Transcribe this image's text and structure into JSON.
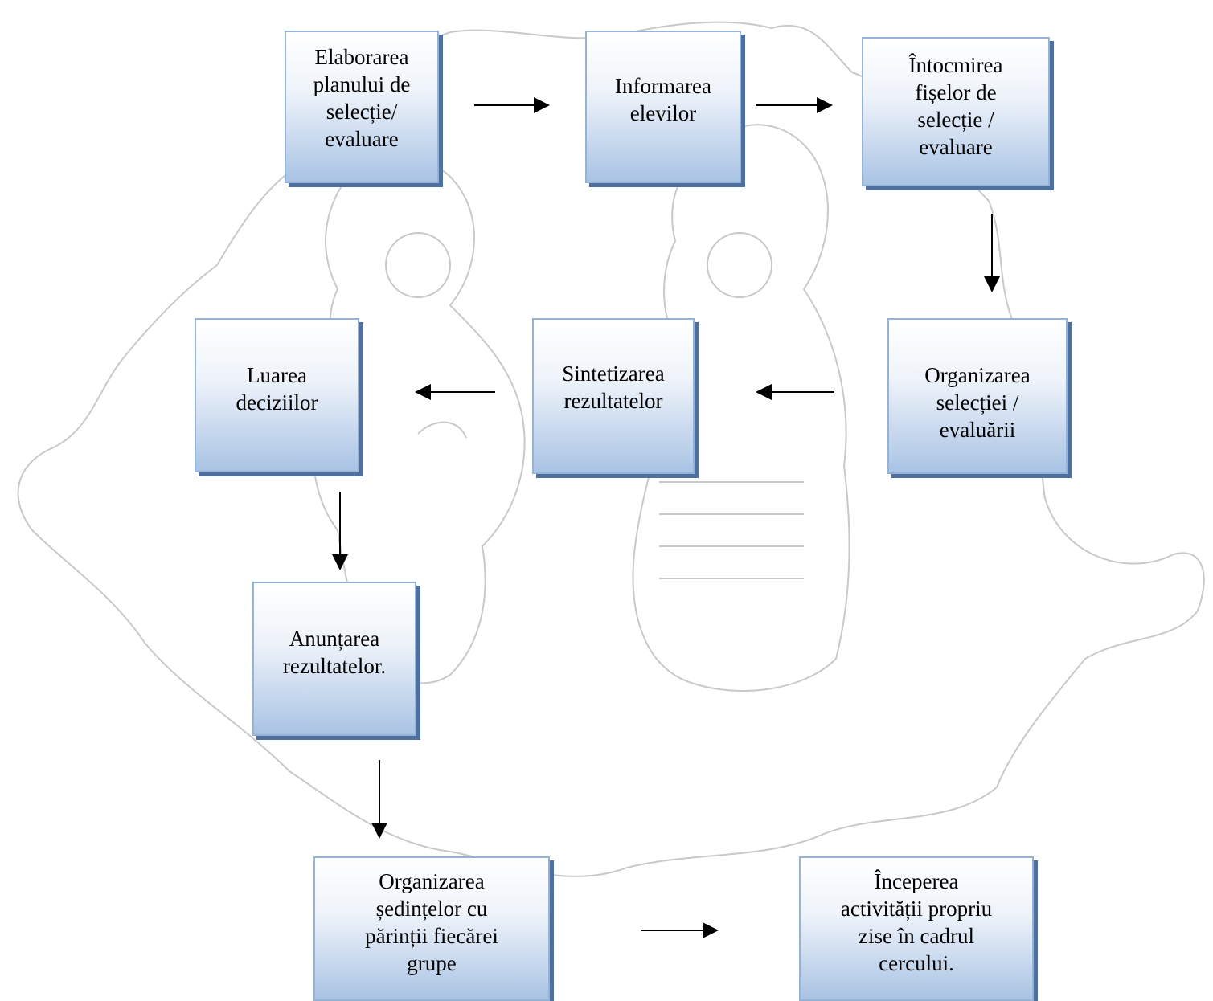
{
  "diagram": {
    "nodes": [
      {
        "id": "plan",
        "lines": [
          "Elaborarea",
          "planului de",
          "selecție/",
          "evaluare"
        ]
      },
      {
        "id": "inform",
        "lines": [
          "Informarea",
          "elevilor"
        ]
      },
      {
        "id": "fise",
        "lines": [
          "Întocmirea",
          "fișelor de",
          "selecție /",
          "evaluare"
        ]
      },
      {
        "id": "organizare",
        "lines": [
          "Organizarea",
          "selecției /",
          "evaluării"
        ]
      },
      {
        "id": "sinteza",
        "lines": [
          "Sintetizarea",
          "rezultatelor"
        ]
      },
      {
        "id": "decizii",
        "lines": [
          "Luarea",
          "deciziilor"
        ]
      },
      {
        "id": "anunt",
        "lines": [
          "Anunțarea",
          "rezultatelor."
        ]
      },
      {
        "id": "sedinte",
        "lines": [
          "Organizarea",
          "ședințelor cu",
          "părinții fiecărei",
          "grupe"
        ]
      },
      {
        "id": "incepere",
        "lines": [
          "Începerea",
          "activității propriu",
          "zise în cadrul",
          "cercului."
        ]
      }
    ],
    "edges": [
      {
        "from": "plan",
        "to": "inform"
      },
      {
        "from": "inform",
        "to": "fise"
      },
      {
        "from": "fise",
        "to": "organizare"
      },
      {
        "from": "organizare",
        "to": "sinteza"
      },
      {
        "from": "sinteza",
        "to": "decizii"
      },
      {
        "from": "decizii",
        "to": "anunt"
      },
      {
        "from": "anunt",
        "to": "sedinte"
      },
      {
        "from": "sedinte",
        "to": "incepere"
      }
    ]
  }
}
